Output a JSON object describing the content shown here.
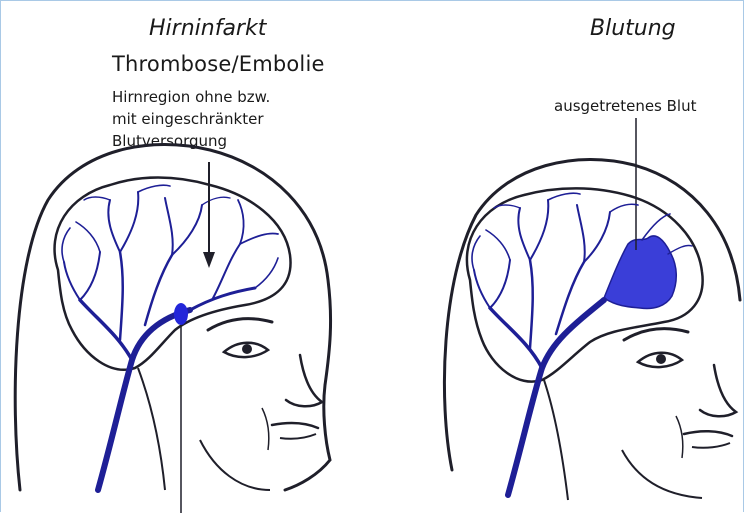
{
  "left_panel": {
    "title": "Hirninfarkt",
    "subtitle": "Thrombose/Embolie",
    "annotation": "Hirnregion ohne bzw.\nmit eingeschränkter\nBlutversorgung"
  },
  "right_panel": {
    "title": "Blutung",
    "annotation": "ausgetretenes Blut"
  },
  "colors": {
    "outline": "#1f1f2a",
    "vessel": "#1e1f96",
    "clot": "#2326d9",
    "blood": "#3a3ed8",
    "frame": "#a9c9e6"
  }
}
